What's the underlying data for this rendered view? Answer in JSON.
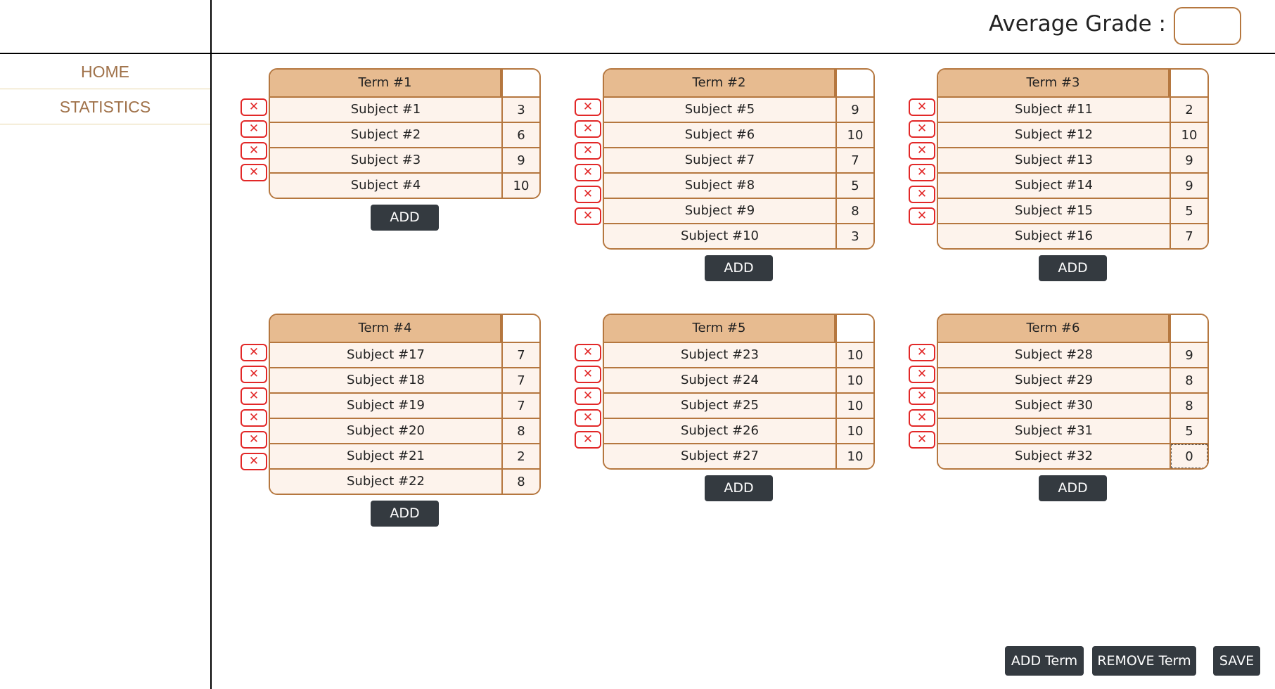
{
  "nav": {
    "items": [
      {
        "label": "HOME"
      },
      {
        "label": "STATISTICS"
      }
    ]
  },
  "header": {
    "avg_label": "Average Grade :",
    "avg_value": ""
  },
  "terms": [
    {
      "title": "Term #1",
      "grade_header": "",
      "add_label": "ADD",
      "delete_icon": "close-icon",
      "subjects": [
        {
          "name": "Subject #1",
          "grade": "3"
        },
        {
          "name": "Subject #2",
          "grade": "6"
        },
        {
          "name": "Subject #3",
          "grade": "9"
        },
        {
          "name": "Subject #4",
          "grade": "10"
        }
      ]
    },
    {
      "title": "Term #2",
      "grade_header": "",
      "add_label": "ADD",
      "delete_icon": "close-icon",
      "subjects": [
        {
          "name": "Subject #5",
          "grade": "9"
        },
        {
          "name": "Subject #6",
          "grade": "10"
        },
        {
          "name": "Subject #7",
          "grade": "7"
        },
        {
          "name": "Subject #8",
          "grade": "5"
        },
        {
          "name": "Subject #9",
          "grade": "8"
        },
        {
          "name": "Subject #10",
          "grade": "3"
        }
      ]
    },
    {
      "title": "Term #3",
      "grade_header": "",
      "add_label": "ADD",
      "delete_icon": "close-icon",
      "subjects": [
        {
          "name": "Subject #11",
          "grade": "2"
        },
        {
          "name": "Subject #12",
          "grade": "10"
        },
        {
          "name": "Subject #13",
          "grade": "9"
        },
        {
          "name": "Subject #14",
          "grade": "9"
        },
        {
          "name": "Subject #15",
          "grade": "5"
        },
        {
          "name": "Subject #16",
          "grade": "7"
        }
      ]
    },
    {
      "title": "Term #4",
      "grade_header": "",
      "add_label": "ADD",
      "delete_icon": "close-icon",
      "subjects": [
        {
          "name": "Subject #17",
          "grade": "7"
        },
        {
          "name": "Subject #18",
          "grade": "7"
        },
        {
          "name": "Subject #19",
          "grade": "7"
        },
        {
          "name": "Subject #20",
          "grade": "8"
        },
        {
          "name": "Subject #21",
          "grade": "2"
        },
        {
          "name": "Subject #22",
          "grade": "8"
        }
      ]
    },
    {
      "title": "Term #5",
      "grade_header": "",
      "add_label": "ADD",
      "delete_icon": "close-icon",
      "subjects": [
        {
          "name": "Subject #23",
          "grade": "10"
        },
        {
          "name": "Subject #24",
          "grade": "10"
        },
        {
          "name": "Subject #25",
          "grade": "10"
        },
        {
          "name": "Subject #26",
          "grade": "10"
        },
        {
          "name": "Subject #27",
          "grade": "10"
        }
      ]
    },
    {
      "title": "Term #6",
      "grade_header": "",
      "add_label": "ADD",
      "delete_icon": "close-icon",
      "subjects": [
        {
          "name": "Subject #28",
          "grade": "9"
        },
        {
          "name": "Subject #29",
          "grade": "8"
        },
        {
          "name": "Subject #30",
          "grade": "8"
        },
        {
          "name": "Subject #31",
          "grade": "5"
        },
        {
          "name": "Subject #32",
          "grade": "0"
        }
      ]
    }
  ],
  "footer": {
    "add_term": "ADD Term",
    "remove_term": "REMOVE Term",
    "save": "SAVE"
  },
  "colors": {
    "accent": "#b5773f",
    "header_fill": "#e7bb90",
    "row_fill": "#fdf3ec",
    "delete": "#e22828",
    "button": "#343a40",
    "nav_text": "#a0724a"
  }
}
